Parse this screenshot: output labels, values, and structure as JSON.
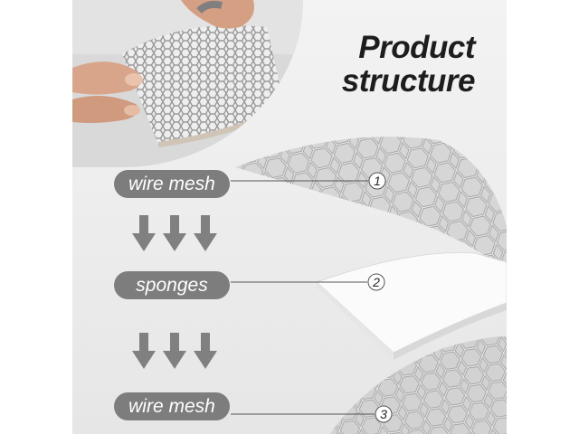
{
  "title": {
    "line1": "Product",
    "line2": "structure"
  },
  "layers": [
    {
      "label": "wire mesh",
      "number": "1"
    },
    {
      "label": "sponges",
      "number": "2"
    },
    {
      "label": "wire mesh",
      "number": "3"
    }
  ],
  "colors": {
    "pill_background": "#7d7d7d",
    "pill_text": "#ffffff",
    "title_text": "#1d1d1d",
    "arrow": "#808080",
    "panel_background": "#eeeeee",
    "sponge": "#fbfbfb",
    "mesh": "#b8b8b8"
  },
  "icons": {
    "photo": "hands-holding-mesh-photo",
    "arrow": "arrow-down-icon"
  }
}
